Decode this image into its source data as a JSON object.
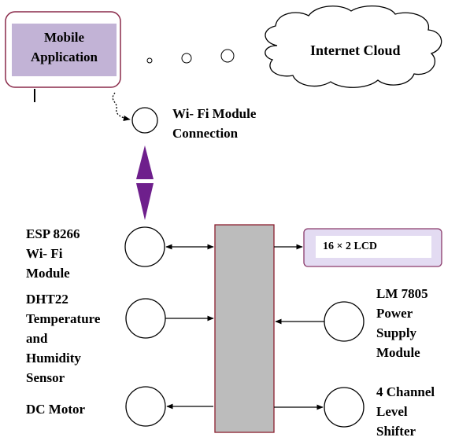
{
  "diagram": {
    "mobile_app": {
      "line1": "Mobile",
      "line2": "Application"
    },
    "cloud": {
      "label": "Internet  Cloud"
    },
    "wifi_connection": {
      "line1": "Wi- Fi Module",
      "line2": "Connection"
    },
    "esp8266": {
      "line1": "ESP 8266",
      "line2": "Wi- Fi",
      "line3": "Module"
    },
    "lcd": {
      "label": "16 × 2 LCD"
    },
    "dht22": {
      "line1": "DHT22",
      "line2": "Temperature",
      "line3": "and",
      "line4": "Humidity",
      "line5": "Sensor"
    },
    "power": {
      "line1": "LM 7805",
      "line2": "Power",
      "line3": "Supply",
      "line4": "Module"
    },
    "motor": {
      "label": "DC Motor"
    },
    "shifter": {
      "line1": "4 Channel",
      "line2": "Level",
      "line3": "Shifter"
    }
  },
  "colors": {
    "mobile_fill": "#c2b3d6",
    "mobile_border": "#8a2a4a",
    "lcd_fill": "#e3dbf2",
    "lcd_border": "#8a3a6a",
    "controller_fill": "#bcbcbc",
    "controller_border": "#8a1e2e",
    "arrow_purple": "#6e1f8c"
  }
}
